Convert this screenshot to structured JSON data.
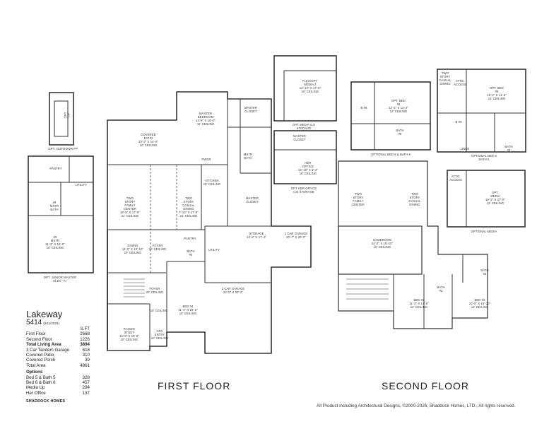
{
  "model": {
    "name": "Lakeway",
    "number": "5414",
    "date": "(9/11/2020)"
  },
  "sqft_table": {
    "header": "S.FT",
    "rows": [
      {
        "label": "First Floor",
        "value": "2668",
        "bold": false
      },
      {
        "label": "Second Floor",
        "value": "1226",
        "bold": false
      },
      {
        "label": "Total Living Area",
        "value": "3894",
        "bold": true
      },
      {
        "label": "3 Car Tandem Garage",
        "value": "618",
        "bold": false
      },
      {
        "label": "Covered Patio",
        "value": "310",
        "bold": false
      },
      {
        "label": "Covered Porch",
        "value": "39",
        "bold": false
      },
      {
        "label": "Total Area",
        "value": "4861",
        "bold": false
      }
    ],
    "options_header": "Options",
    "options": [
      {
        "label": "Bed 5 & Bath 5",
        "value": "328"
      },
      {
        "label": "Bed 6 & Bath 6",
        "value": "457"
      },
      {
        "label": "Media Up",
        "value": "294"
      },
      {
        "label": "Her Office",
        "value": "137"
      }
    ]
  },
  "brand": "SHADDOCK HOMES",
  "copyright": "All Product including Architectural Designs, ©2000-2026, Shaddock Homes, LTD., All rights reserved.",
  "floor_titles": {
    "first": "FIRST FLOOR",
    "second": "SECOND FLOOR"
  },
  "captions": {
    "outdoor_fp": "OPT. OUTDOOR FP",
    "junior_master": "OPT. JUNIOR MASTER\nELEV. \"A\"",
    "media_ilo_storage": "OPT MEDIA ILO\nSTORAGE",
    "her_office_ilo": "OPT HER OFFICE\nILO STORAGE",
    "bed6_bath6": "OPTIONAL BED 6 & BATH 6",
    "bed5_bath5": "OPTIONAL BED 5\nBATH 5",
    "optional_media": "OPTIONAL MEDIA"
  },
  "rooms": {
    "covered_patio": "COVERED\nPATIO\n23'-3\" X 14'-0\"\n10' CEILING",
    "master_bedroom": "MASTER\nBEDROOM\n14'-6\" X 18'-0\"\n11' CEILING",
    "master_closet_top": "MASTER\nCLOSET",
    "mstr_bath": "MSTR\nBATH",
    "master_closet_bottom": "MASTER\nCLOSET",
    "pwdr": "PWDR",
    "kitchen": "KITCHEN\n10' CEILING",
    "two_story_family": "TWO\nSTORY\nFAMILY\nCENTER\n16'-8\" X 17'-9\"\n21' CEILING",
    "two_story_dining": "TWO\nSTORY\nCASUAL\nDINING\n7'-10\" X 17'-9\"\n21' CEILING",
    "dining": "DINING\n11'-0\" X 13'-10\"\n10' CEILING",
    "foyer_top": "FOYER\n10' CEILING",
    "pantry_first": "PANTRY",
    "bath4": "BATH\n#4",
    "utility_first": "UTILITY",
    "storage": "STORAGE\n13'-8\" X 17'-4\"",
    "one_car_garage": "1 CAR GARAGE\n10'-7\" X 20'-0\"",
    "two_car_garage": "2 CAR GARAGE\n22'-0\" X 20'-2\"",
    "foyer_bottom": "FOYER\n20' CEILING",
    "bed4": "BED #4\n11'-3\" X 16'-2\"\n10' CEILING",
    "ten_ceiling": "10' CEILING",
    "raised_study": "RAISED\nSTUDY\n10'-0\" X 10'-8\"\n10' CEILING",
    "cov_entry": "COV\nENTRY\n10' CEILING",
    "pantry_jm": "PANTRY",
    "utility_jm": "UTILITY",
    "jr_mstr_bath": "JR\nMSTR\nBATH",
    "jr_mstr": "JR\nMSTR\n11'-2\" X 16'-0\"\n10' CEILING",
    "flex_media": "FLEX/OPT.\nMEDIA 2\n12'-10\" X 17'-0\"\n10' CEILING",
    "master_closet_alt": "MASTER\nCLOSET",
    "her_office": "HER\nOFFICE\n12'-10\" X 8'-2\"\n10' CEILING",
    "opt_bed6": "OPT. BED\n#6\n12'-2\" X 12'-2\"\n12' CEILING",
    "bath6": "B #6",
    "bath6b": "BATH\n#6",
    "two_story_casual_top": "TWO\nSTORY\nCASUAL\nDINING",
    "attic_access_top": "ATTIC\nACCESS",
    "opt_bed5": "OPT. BED\n#5\n16'-2\" X 11'-6\"\n12' CEILING",
    "bath5": "B #5",
    "linen": "LINEN",
    "bath2_top": "BATH\n#2",
    "attic_access_media": "ATTIC\nACCESS",
    "opt_media": "OPT.\nMEDIA\n16'-2\" X 17'-0\"\n12' CEILING",
    "two_story_family_up": "TWO\nSTORY\nFAMILY\nCENTER",
    "two_story_dining_up": "TWO\nSTORY\nCASUAL\nDINING",
    "gameroom": "GAMEROOM\n24'-3\" X 15'-10\"\n10' CEILING",
    "bed2": "BED #2\n11'-3\" X 17'-6\"\n12' CEILING",
    "bath2": "BATH\n#2",
    "bed3": "BED #3\n10'-8\" X 15'-10\"\n12' CEILING",
    "bath3": "BATH\n#3",
    "opt_fp": "OPT FP"
  }
}
